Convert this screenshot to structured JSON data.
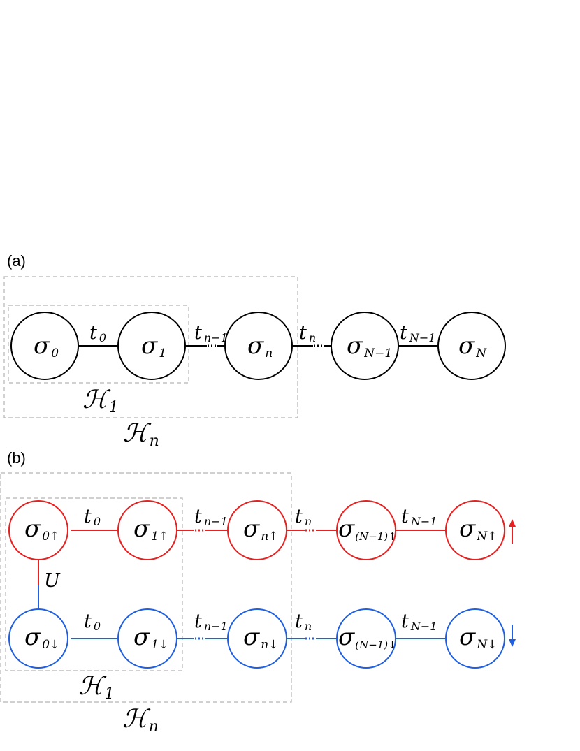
{
  "panels": {
    "a": {
      "label": "(a)"
    },
    "b": {
      "label": "(b)"
    }
  },
  "symbols": {
    "sigma": "σ",
    "t": "t",
    "hilbert": "ℋ",
    "coupling": "U"
  },
  "subscripts": {
    "s0": "0",
    "s1": "1",
    "sn": "n",
    "sN1": "N−1",
    "sN": "N",
    "s0up": "0↑",
    "s1up": "1↑",
    "snup": "n↑",
    "sN1up": "(N−1)↑",
    "sNup": "N↑",
    "s0dn": "0↓",
    "s1dn": "1↓",
    "sndn": "n↓",
    "sN1dn": "(N−1)↓",
    "sNdn": "N↓",
    "t0": "0",
    "tn1": "n−1",
    "tn": "n",
    "tN1": "N−1",
    "h1": "1",
    "hn": "n"
  },
  "colors": {
    "chain_a": "#000000",
    "spin_up": "#e8201f",
    "spin_down": "#1f5fe0",
    "dashed_box": "#b4b4b4"
  },
  "icons": {
    "up_arrow": "arrow-up-icon",
    "down_arrow": "arrow-down-icon"
  }
}
